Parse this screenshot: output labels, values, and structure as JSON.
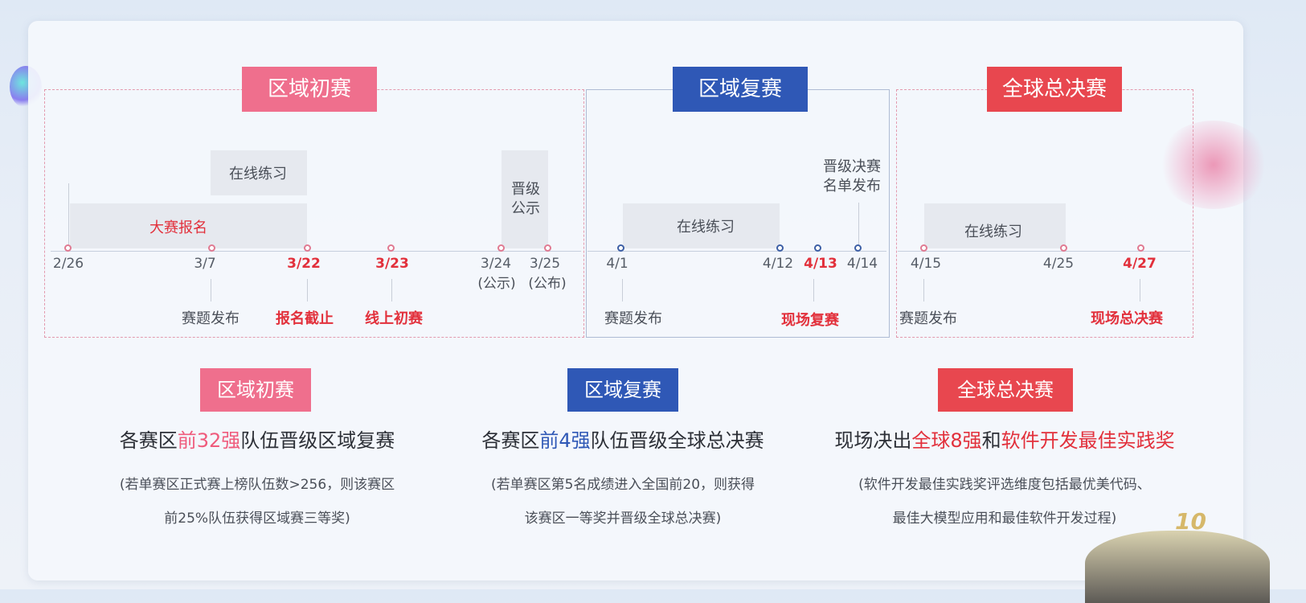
{
  "stages": [
    {
      "title": "区域初赛",
      "color": "#ef6f8d"
    },
    {
      "title": "区域复赛",
      "color": "#2f58b6"
    },
    {
      "title": "全球总决赛",
      "color": "#e8474f"
    }
  ],
  "timeline1": {
    "bars": {
      "practice": "在线练习",
      "signup": "大赛报名",
      "announce": "晋级公示"
    },
    "dates": [
      "2/26",
      "3/7",
      "3/22",
      "3/23",
      "3/24",
      "3/25"
    ],
    "date_notes": [
      "(公示)",
      "(公布)"
    ],
    "events": [
      "赛题发布",
      "报名截止",
      "线上初赛"
    ]
  },
  "timeline2": {
    "bars": {
      "practice": "在线练习",
      "release": "晋级决赛名单发布"
    },
    "dates": [
      "4/1",
      "4/12",
      "4/13",
      "4/14"
    ],
    "events": [
      "赛题发布",
      "现场复赛"
    ]
  },
  "timeline3": {
    "bars": {
      "practice": "在线练习"
    },
    "dates": [
      "4/15",
      "4/25",
      "4/27"
    ],
    "events": [
      "赛题发布",
      "现场总决赛"
    ]
  },
  "bottom": [
    {
      "tag": "区域初赛",
      "pre": "各赛区",
      "em": "前32强",
      "post": "队伍晋级区域复赛",
      "note1": "(若单赛区正式赛上榜队伍数>256，则该赛区",
      "note2": "前25%队伍获得区域赛三等奖)"
    },
    {
      "tag": "区域复赛",
      "pre": "各赛区",
      "em": "前4强",
      "post": "队伍晋级全球总决赛",
      "note1": "(若单赛区第5名成绩进入全国前20，则获得",
      "note2": "该赛区一等奖并晋级全球总决赛)"
    },
    {
      "tag": "全球总决赛",
      "pre": "现场决出",
      "em": "全球8强",
      "mid": "和",
      "em2": "软件开发最佳实践奖",
      "note1": "(软件开发最佳实践奖评选维度包括最优美代码、",
      "note2": "最佳大模型应用和最佳软件开发过程)"
    }
  ],
  "decor": {
    "badge": "10"
  }
}
